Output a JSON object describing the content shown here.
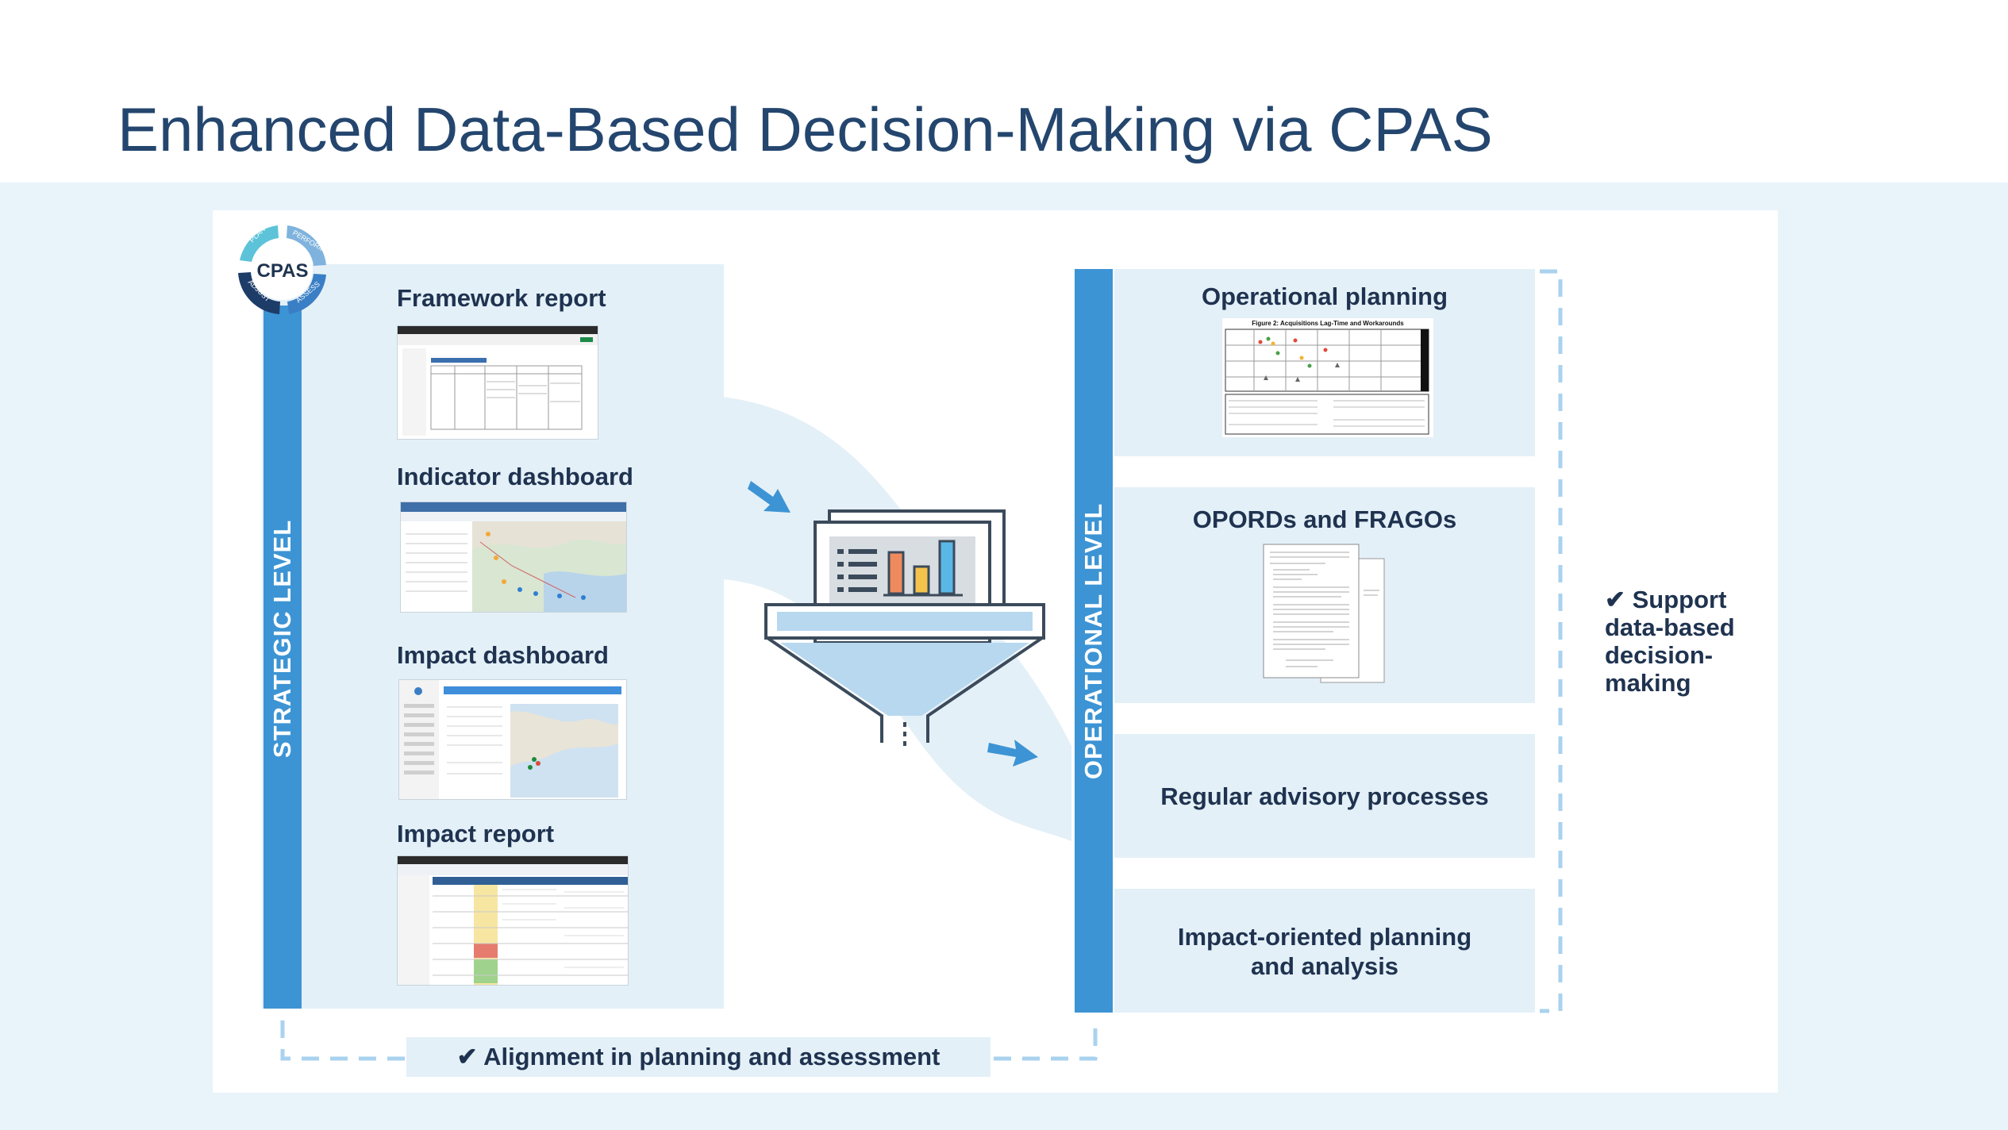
{
  "title": "Enhanced Data-Based Decision-Making via CPAS",
  "logo": {
    "center": "CPAS",
    "segments": [
      "PLAN",
      "PERFORM",
      "ASSESS",
      "ADJUST"
    ],
    "colors": {
      "plan": "#5cc3d9",
      "perform": "#7fb3dd",
      "assess": "#3a7fc5",
      "adjust": "#1d3c68"
    }
  },
  "strategic": {
    "label": "STRATEGIC LEVEL",
    "items": [
      {
        "title": "Framework report"
      },
      {
        "title": "Indicator dashboard"
      },
      {
        "title": "Impact dashboard"
      },
      {
        "title": "Impact report"
      }
    ]
  },
  "operational": {
    "label": "OPERATIONAL LEVEL",
    "items": [
      {
        "title": "Operational planning"
      },
      {
        "title": "OPORDs and FRAGOs"
      },
      {
        "title": "Regular advisory processes"
      },
      {
        "title": "Impact-oriented planning and analysis"
      }
    ],
    "figure_caption": "Figure 2: Acquisitions Lag-Time and Workarounds"
  },
  "support_text": "Support data-based decision-making",
  "alignment_text": "Alignment in planning and assessment",
  "colors": {
    "accent": "#3d94d4",
    "title": "#24466e",
    "text": "#1f3350",
    "light": "#e4f0f8",
    "dashed": "#a9d2ef"
  },
  "icons": [
    "cpas-cycle-icon",
    "funnel-chart-icon",
    "arrow-in-icon",
    "arrow-out-icon",
    "check-icon"
  ]
}
